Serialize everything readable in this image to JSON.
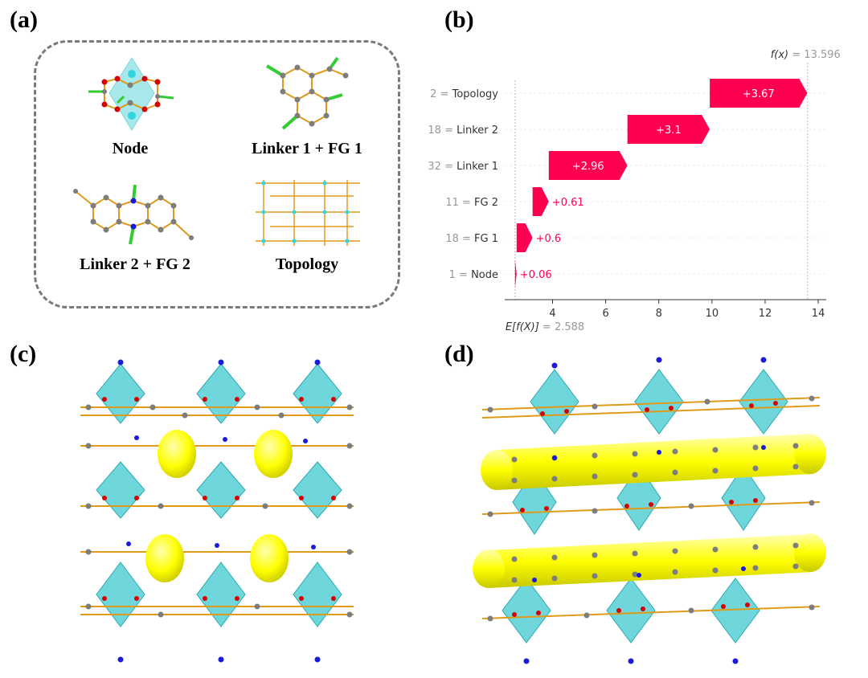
{
  "panels": {
    "a": {
      "letter": "(a)",
      "labels": {
        "node": "Node",
        "linker1_fg1": "Linker 1 + FG 1",
        "linker2_fg2": "Linker 2 + FG 2",
        "topology": "Topology"
      }
    },
    "b": {
      "letter": "(b)"
    },
    "c": {
      "letter": "(c)"
    },
    "d": {
      "letter": "(d)"
    }
  },
  "colors": {
    "positive": "#ff0051",
    "cyan": "#3fc9d0",
    "carbon": "#7d7d7d",
    "oxygen": "#d60000",
    "nitrogen": "#1a1ad8",
    "fluorine": "#33cc33",
    "bond": "#e09a1a",
    "yellow": "#ffff00"
  },
  "chart_data": {
    "type": "waterfall",
    "base_value": 2.588,
    "base_label": "E[f(X)] = 2.588",
    "final_value": 13.596,
    "final_label": "f(x) = 13.596",
    "xlim": [
      2.2,
      14.3
    ],
    "xticks": [
      4,
      6,
      8,
      10,
      12,
      14
    ],
    "rows": [
      {
        "feature": "2 = Topology",
        "value": 3.67,
        "label": "+3.67"
      },
      {
        "feature": "18 = Linker 2",
        "value": 3.1,
        "label": "+3.1"
      },
      {
        "feature": "32 = Linker 1",
        "value": 2.96,
        "label": "+2.96"
      },
      {
        "feature": "11 = FG 2",
        "value": 0.61,
        "label": "+0.61"
      },
      {
        "feature": "18 = FG 1",
        "value": 0.6,
        "label": "+0.6"
      },
      {
        "feature": "1 = Node",
        "value": 0.06,
        "label": "+0.06"
      }
    ]
  }
}
